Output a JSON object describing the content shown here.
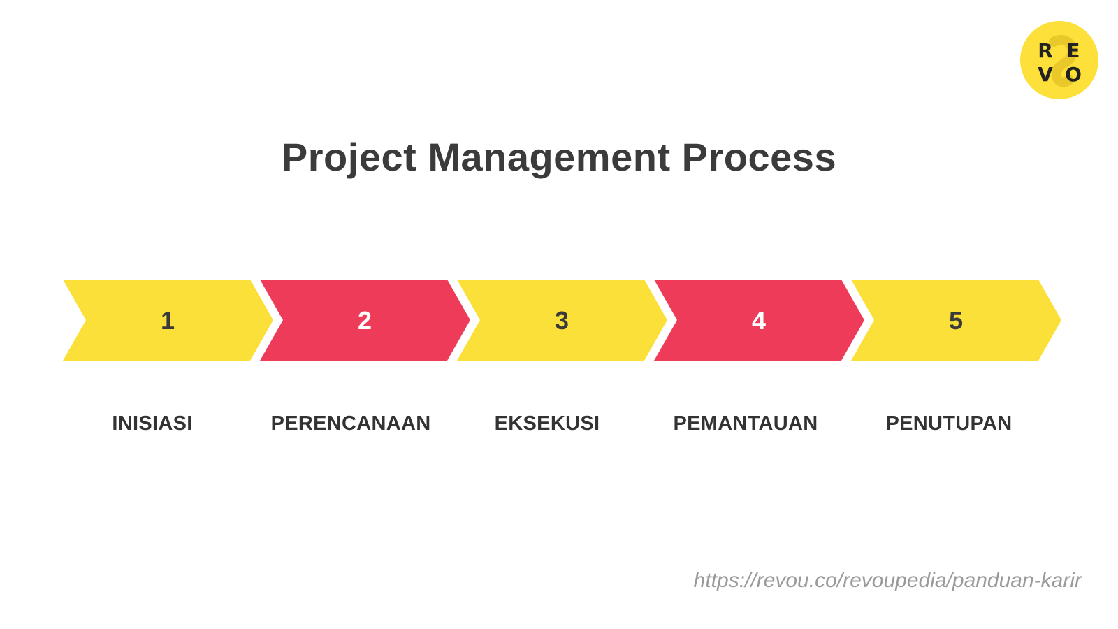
{
  "logo": {
    "letters": [
      "R",
      "E",
      "V",
      "O"
    ],
    "color": "#FDE03A"
  },
  "title": "Project Management Process",
  "steps": [
    {
      "number": "1",
      "label": "INISIASI",
      "color": "#FBE03A"
    },
    {
      "number": "2",
      "label": "PERENCANAAN",
      "color": "#EE3B5A"
    },
    {
      "number": "3",
      "label": "EKSEKUSI",
      "color": "#FBE03A"
    },
    {
      "number": "4",
      "label": "PEMANTAUAN",
      "color": "#EE3B5A"
    },
    {
      "number": "5",
      "label": "PENUTUPAN",
      "color": "#FBE03A"
    }
  ],
  "source_url": "https://revou.co/revoupedia/panduan-karir"
}
